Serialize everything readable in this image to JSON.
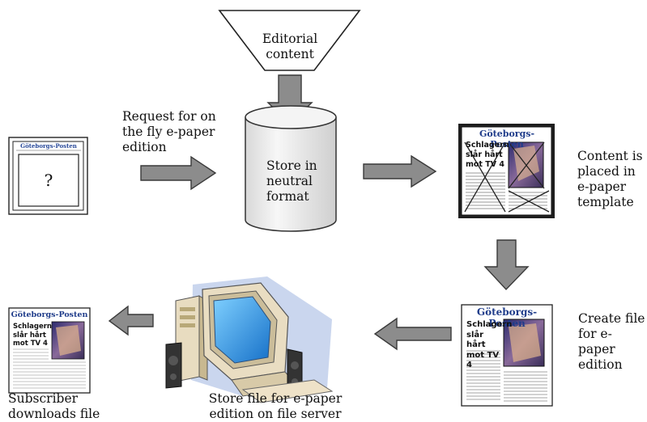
{
  "funnel": {
    "label_line1": "Editorial",
    "label_line2": "content"
  },
  "cylinder": {
    "label_line1": "Store in",
    "label_line2": "neutral",
    "label_line3": "format"
  },
  "request": {
    "line1": "Request for on",
    "line2": "the fly e-paper",
    "line3": "edition"
  },
  "placed": {
    "line1": "Content is",
    "line2": "placed in",
    "line3": "e-paper",
    "line4": "template"
  },
  "create": {
    "line1": "Create file",
    "line2": "for e-paper",
    "line3": "edition"
  },
  "store_file": {
    "line1": "Store file for e-paper",
    "line2": "edition on file server"
  },
  "subscriber": {
    "line1": "Subscriber",
    "line2": "downloads file"
  },
  "empty_paper": {
    "masthead": "Göteborgs-Posten",
    "question": "?"
  },
  "template_paper": {
    "masthead": "Göteborgs-Posten",
    "headline1": "Schlagern",
    "headline2": "slår hårt",
    "headline3": "mot TV 4"
  },
  "final_paper": {
    "masthead": "Göteborgs-Posten",
    "headline1": "Schlagern",
    "headline2": "slår hårt",
    "headline3": "mot TV 4"
  },
  "download_paper": {
    "masthead": "Göteborgs-Posten",
    "headline1": "Schlagern",
    "headline2": "slår hårt",
    "headline3": "mot TV 4"
  },
  "colors": {
    "arrow_fill": "#8c8c8c",
    "arrow_stroke": "#3a3a3a",
    "cylinder_fill": "#ececec",
    "funnel_fill": "#ffffff"
  }
}
